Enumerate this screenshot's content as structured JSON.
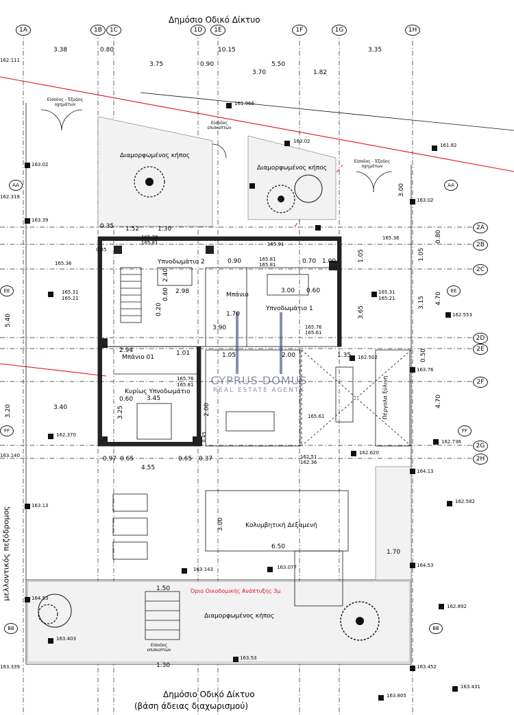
{
  "top_road": "Δημόσιο Οδικό Δίκτυο",
  "bottom_road_line1": "Δημόσιο Οδικό Δίκτυο",
  "bottom_road_line2": "(βάση άδειας διαχωρισμού)",
  "side_road": "μελλοντικός πεζόδρομος",
  "grid_top": [
    "1A",
    "1B",
    "1C",
    "1D",
    "1E",
    "1F",
    "1G",
    "1H"
  ],
  "grid_right": [
    "2A",
    "2B",
    "2C",
    "2D",
    "2E",
    "2F",
    "2G",
    "2H"
  ],
  "section_marks": [
    "AA",
    "AA",
    "BB",
    "BB",
    "EE",
    "EE",
    "FF",
    "FF"
  ],
  "top_dims_row1": [
    "3.38",
    "0.80",
    "10.15",
    "3.35"
  ],
  "top_dims_row2": [
    "3.75",
    "0.90",
    "5.50"
  ],
  "top_dims_row3": [
    "3.70",
    "1.82"
  ],
  "levels": [
    "162.111",
    "162.318",
    "163.02",
    "163.39",
    "165.36",
    "165.31",
    "165.21",
    "162.370",
    "163.140",
    "163.13",
    "164.53",
    "163.403",
    "163.339",
    "161.966",
    "163.02",
    "161.82",
    "163.02",
    "165.91",
    "165.81",
    "165.81",
    "165.76",
    "165.61",
    "165.31",
    "165.21",
    "162.553",
    "162.502",
    "163.76",
    "162.736",
    "162.620",
    "162.51",
    "162.36",
    "164.13",
    "162.582",
    "164.53",
    "162.892",
    "163.452",
    "163.431",
    "163.805",
    "163.143",
    "163.077",
    "163.53",
    "165.78",
    "165.81",
    "165.61",
    "165.76",
    "165.81",
    "165.36"
  ],
  "labels": {
    "garden1": "Διαμορφωμένος κήπος",
    "garden2": "Διαμορφωμένος κήπος",
    "garden3": "Διαμορφωμένος κήπος",
    "bedroom2": "Υπνοδωμάτιο 2",
    "bedroom1": "Υπνοδωμάτιο 1",
    "bathroom": "Μπάνιο",
    "bathroom01": "Μπάνιο 01",
    "master": "Κυρίως Υπνοδωμάτιο",
    "pool": "Κολυμβητική Δεξαμενή",
    "entry_vehicles_l": "Είσοδος - Έξοδος οχημάτων",
    "entry_vehicles_r": "Είσοδος - Έξοδος οχημάτων",
    "entry_visitors": "Είσοδος επισκεπτών",
    "entry_visitors2": "Είσοδος επισκεπτών",
    "boundary": "Όριο Οικοδομικής Ανάπτυξης 3μ",
    "pergola": "Πέργολα ξύλινη",
    "watermark1": "CYPRUS DOMUS",
    "watermark2": "REAL ESTATE AGENTS"
  },
  "inner_dims": [
    "0.35",
    "1.52",
    "1.30",
    "0.35",
    "2.40",
    "0.60",
    "2.98",
    "0.20",
    "0.90",
    "1.70",
    "0.70",
    "1.00",
    "3.00",
    "0.60",
    "1.05",
    "3.65",
    "1.05",
    "3.15",
    "4.70",
    "0.80",
    "2.94",
    "1.01",
    "1.05",
    "2.00",
    "1.35",
    "0.60",
    "3.45",
    "3.25",
    "2.00",
    "0.97",
    "0.65",
    "0.65",
    "0.37",
    "4.55",
    "3.40",
    "3.20",
    "5.40",
    "3.00",
    "6.50",
    "1.70",
    "1.50",
    "1.30",
    "3.00",
    "0.50",
    "4.70",
    "3.90",
    "0.45"
  ]
}
